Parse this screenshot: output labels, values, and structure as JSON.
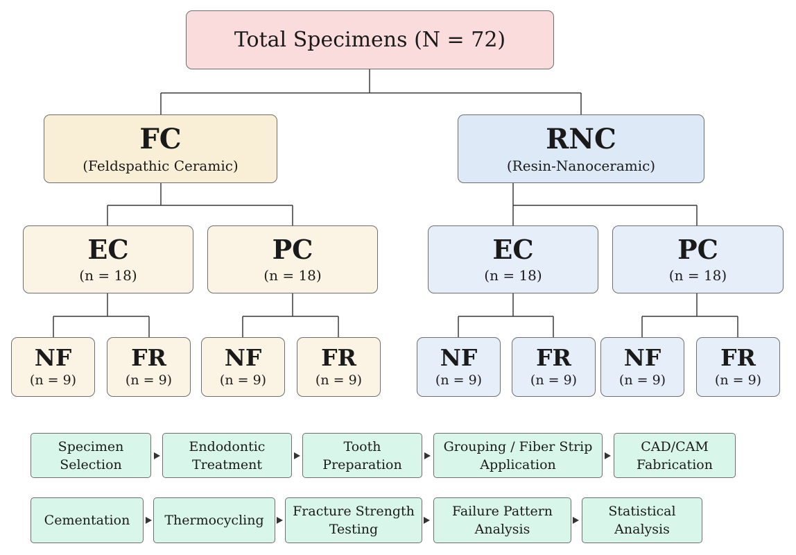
{
  "root": {
    "title": "Total Specimens",
    "count": "(N = 72)"
  },
  "groups": [
    {
      "code": "FC",
      "name": "(Feldspathic Ceramic)",
      "subgroups": [
        {
          "code": "EC",
          "count": "(n = 18)",
          "leaves": [
            {
              "code": "NF",
              "count": "(n = 9)"
            },
            {
              "code": "FR",
              "count": "(n = 9)"
            }
          ]
        },
        {
          "code": "PC",
          "count": "(n = 18)",
          "leaves": [
            {
              "code": "NF",
              "count": "(n = 9)"
            },
            {
              "code": "FR",
              "count": "(n = 9)"
            }
          ]
        }
      ]
    },
    {
      "code": "RNC",
      "name": "(Resin-Nanoceramic)",
      "subgroups": [
        {
          "code": "EC",
          "count": "(n = 18)",
          "leaves": [
            {
              "code": "NF",
              "count": "(n = 9)"
            },
            {
              "code": "FR",
              "count": "(n = 9)"
            }
          ]
        },
        {
          "code": "PC",
          "count": "(n = 18)",
          "leaves": [
            {
              "code": "NF",
              "count": "(n = 9)"
            },
            {
              "code": "FR",
              "count": "(n = 9)"
            }
          ]
        }
      ]
    }
  ],
  "workflow": {
    "row1": [
      {
        "line1": "Specimen",
        "line2": "Selection"
      },
      {
        "line1": "Endodontic",
        "line2": "Treatment"
      },
      {
        "line1": "Tooth",
        "line2": "Preparation"
      },
      {
        "line1": "Grouping / Fiber Strip",
        "line2": "Application"
      },
      {
        "line1": "CAD/CAM",
        "line2": "Fabrication"
      }
    ],
    "row2": [
      {
        "line1": "Cementation",
        "line2": ""
      },
      {
        "line1": "Thermocycling",
        "line2": ""
      },
      {
        "line1": "Fracture Strength",
        "line2": "Testing"
      },
      {
        "line1": "Failure Pattern",
        "line2": "Analysis"
      },
      {
        "line1": "Statistical",
        "line2": "Analysis"
      }
    ]
  }
}
